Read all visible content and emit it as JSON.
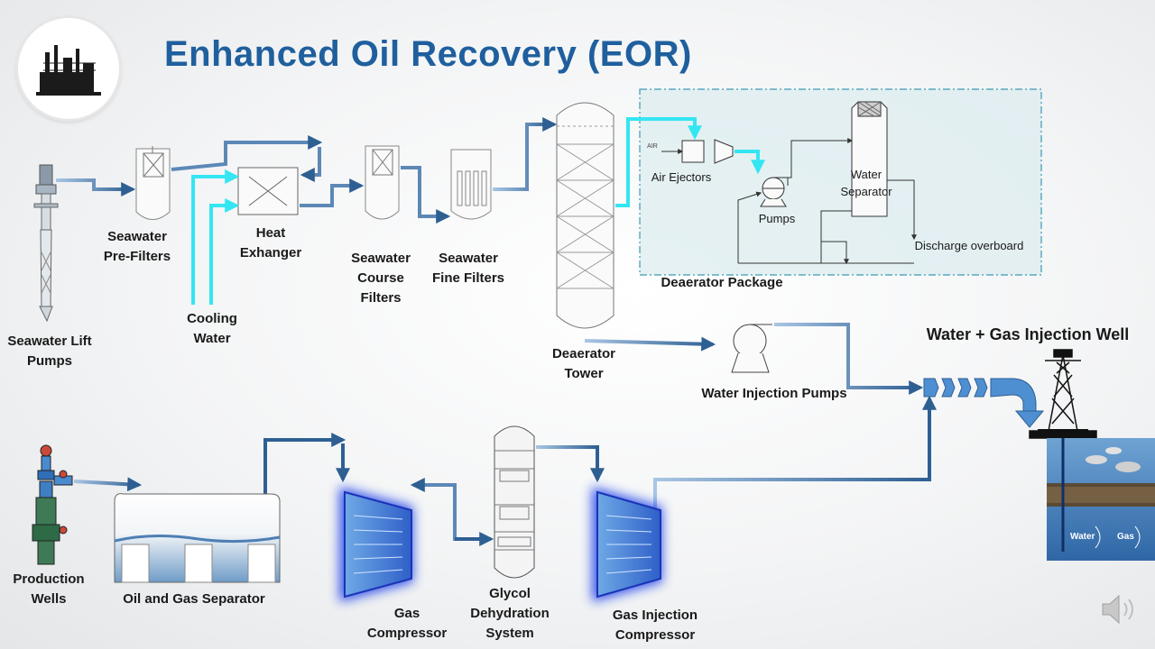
{
  "title": "Enhanced Oil Recovery (EOR)",
  "labels": {
    "seawater_lift_pumps": [
      "Seawater Lift",
      "Pumps"
    ],
    "seawater_pre_filters": [
      "Seawater",
      "Pre-Filters"
    ],
    "heat_exchanger": [
      "Heat",
      "Exhanger"
    ],
    "cooling_water": [
      "Cooling",
      "Water"
    ],
    "seawater_course_filters": [
      "Seawater",
      "Course",
      "Filters"
    ],
    "seawater_fine_filters": [
      "Seawater",
      "Fine Filters"
    ],
    "deaerator_tower": [
      "Deaerator",
      "Tower"
    ],
    "air_ejectors": "Air Ejectors",
    "air_tag": "AIR",
    "pumps": "Pumps",
    "water_separator": [
      "Water",
      "Separator"
    ],
    "discharge_overboard": "Discharge overboard",
    "deaerator_package": "Deaerator Package",
    "water_injection_pumps": "Water Injection Pumps",
    "water_gas_injection_well": "Water + Gas Injection Well",
    "production_wells": [
      "Production",
      "Wells"
    ],
    "oil_gas_separator": "Oil and Gas Separator",
    "gas_compressor": [
      "Gas",
      "Compressor"
    ],
    "glycol_dehydration": [
      "Glycol",
      "Dehydration",
      "System"
    ],
    "gas_injection_compressor": [
      "Gas Injection",
      "Compressor"
    ],
    "reservoir_water": "Water",
    "reservoir_gas": "Gas"
  },
  "icons": {
    "logo": "refinery-logo-icon",
    "speaker": "speaker-icon",
    "derrick": "oil-derrick-icon"
  },
  "colors": {
    "title": "#1f5f9e",
    "flow_dark": "#2e5f93",
    "flow_cyan": "#33e6f2",
    "package_box": "#dcecef",
    "compressor_glow": "#1e3fe8"
  }
}
